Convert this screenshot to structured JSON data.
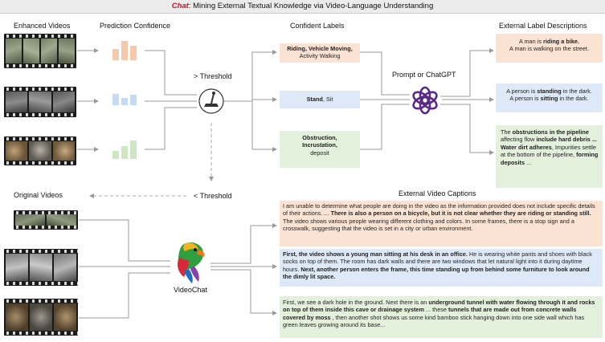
{
  "title": {
    "prefix": "Chat",
    "rest": ": Mining External Textual Knowledge via Video-Language Understanding"
  },
  "headers": {
    "enhanced_videos": "Enhanced Videos",
    "prediction_confidence": "Prediction Confidence",
    "confident_labels": "Confident Labels",
    "external_label_descriptions": "External Label Descriptions",
    "original_videos": "Original Videos",
    "external_video_captions": "External Video Captions"
  },
  "threshold_high": "> Threshold",
  "threshold_low": "< Threshold",
  "prompt_label": "Prompt or ChatGPT",
  "videochat_label": "VideoChat",
  "labels": [
    {
      "bold": "Riding, Vehicle Moving,",
      "rest": "Activity Walking"
    },
    {
      "bold": "Stand",
      "rest": ", Sit"
    },
    {
      "bold": "Obstruction, Incrustation,",
      "rest": "deposit"
    }
  ],
  "descriptions": {
    "d1": [
      "A man is ",
      "riding a bike.",
      "A man is walking on the street."
    ],
    "d2": [
      "A person is ",
      "standing",
      " in the dark.",
      "A person is ",
      "sitting",
      " in the dark."
    ],
    "d3": [
      "The ",
      "obstructions in the pipeline",
      " affecting flow ",
      "include hard debris ... Water dirt adheres",
      ", Impurities settle at the bottom of the pipeline, ",
      "forming deposits",
      " ..."
    ]
  },
  "captions": {
    "c1": [
      "I am unable to determine what people are doing in the video as the information provided does not include specific details of their actions. ... ",
      "There is also a person on a bicycle, but it is not clear whether they are riding or standing still.",
      " The video shows various people wearing different clothing and colors. In some frames, there is a stop sign and a crosswalk, suggesting that the video is set in a city or urban environment."
    ],
    "c2": [
      "First, the video shows a young man sitting at his desk in an office.",
      " He is wearing white pants and shoes with black socks on top of them. The room has dark walls and there are two windows that let natural light into it during daytime hours. ",
      "Next, another person enters the frame, this time standing up from behind some furniture to look around the dimly lit space."
    ],
    "c3": [
      "First, we see a dark hole in the ground. Next there is an ",
      "underground tunnel with water flowing through it and rocks on top of them inside this cave or drainage system",
      " ... these ",
      "tunnels that are made out from concrete walls covered by moss",
      " , then another shot shows us some kind bamboo stick hanging down into one side wall which has green leaves growing around its base..."
    ]
  },
  "colors": {
    "orange": "#fbe3d3",
    "blue": "#dde9f7",
    "green": "#e3f0dc",
    "chat_red": "#c8102e",
    "arrow_gray": "#9a9a9a"
  }
}
